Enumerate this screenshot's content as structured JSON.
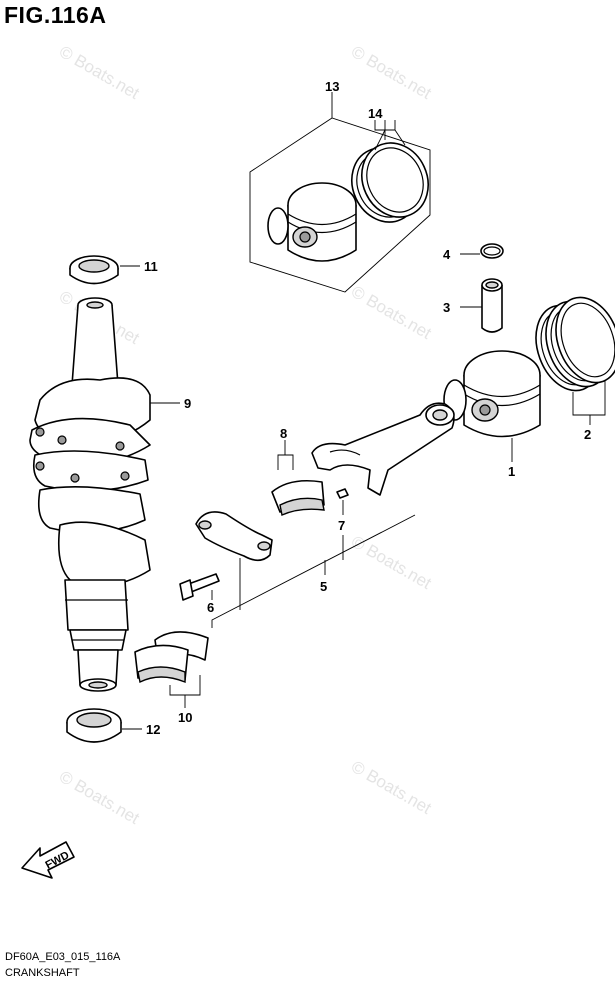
{
  "figure": {
    "title": "FIG.116A"
  },
  "footer": {
    "code": "DF60A_E03_015_116A",
    "name": "CRANKSHAFT"
  },
  "watermark": {
    "text": "© Boats.net"
  },
  "direction_arrow": {
    "label": "FWD"
  },
  "callouts": {
    "c1": "1",
    "c2": "2",
    "c3": "3",
    "c4": "4",
    "c5": "5",
    "c6": "6",
    "c7": "7",
    "c8": "8",
    "c9": "9",
    "c10": "10",
    "c11": "11",
    "c12": "12",
    "c13": "13",
    "c14": "14"
  }
}
